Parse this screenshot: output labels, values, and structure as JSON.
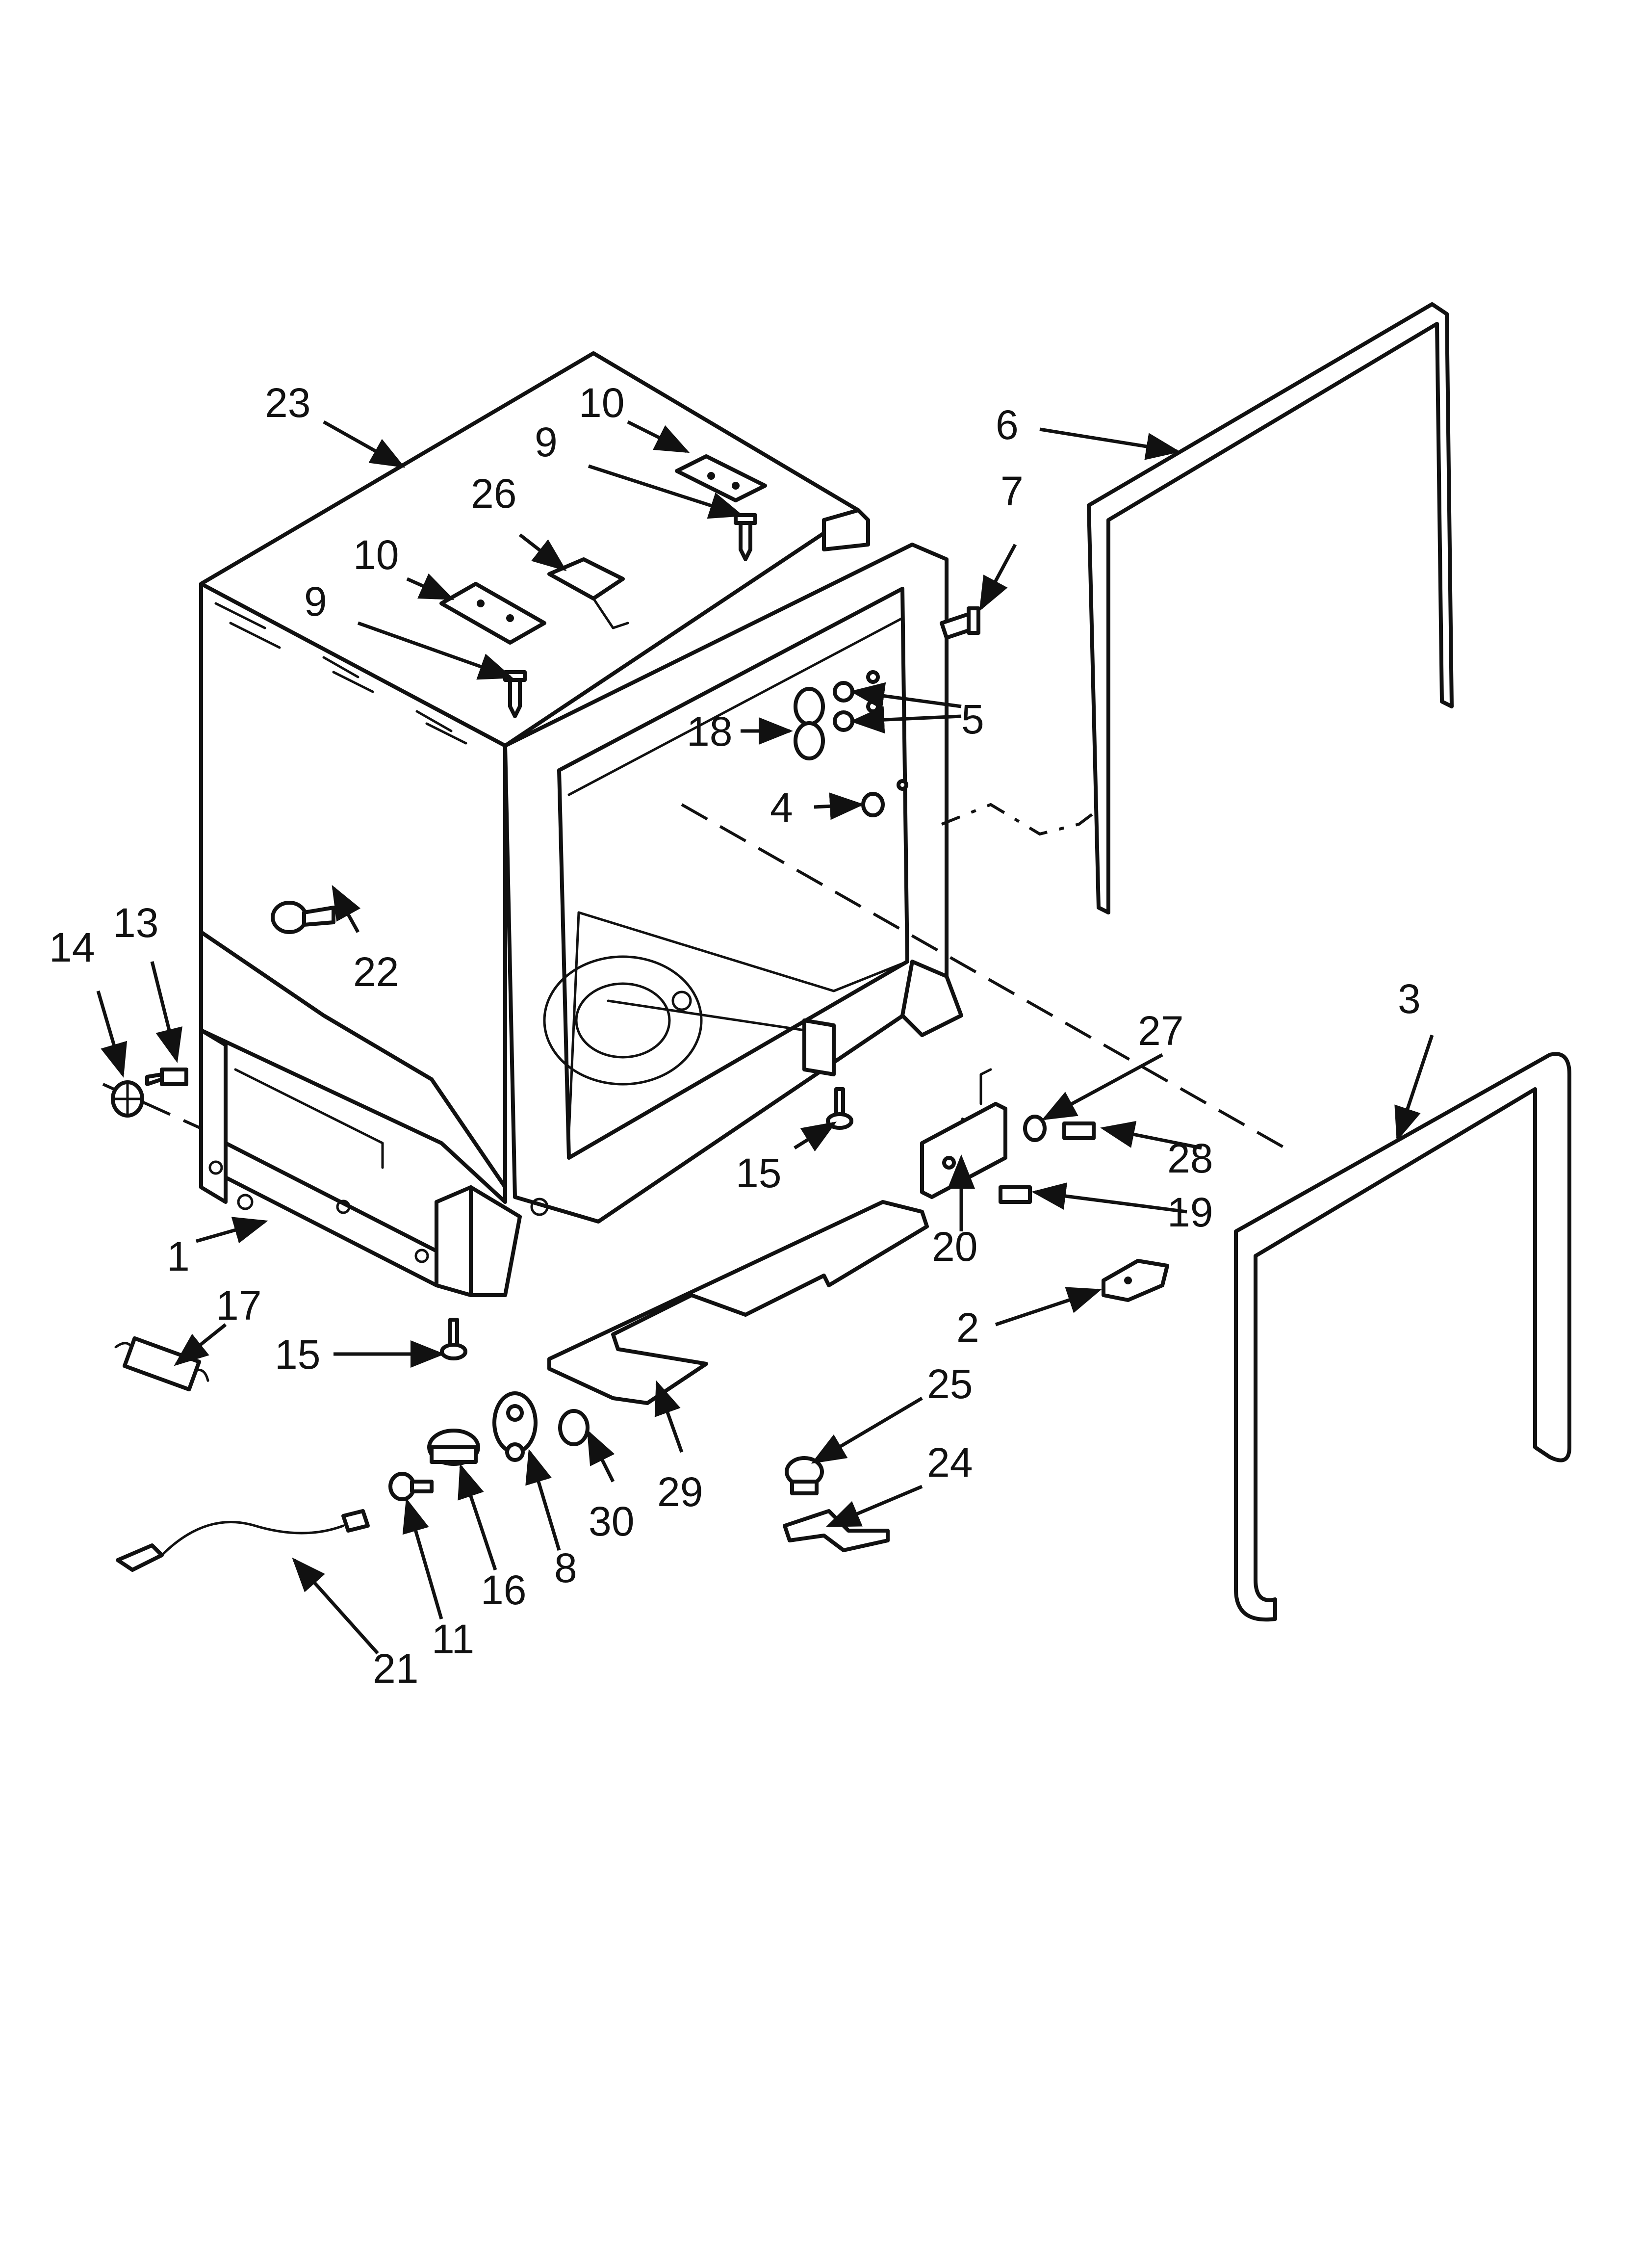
{
  "diagram": {
    "arrow_color": "#111111",
    "callouts": [
      {
        "id": "c23",
        "label": "23"
      },
      {
        "id": "c10a",
        "label": "10"
      },
      {
        "id": "c9a",
        "label": "9"
      },
      {
        "id": "c26",
        "label": "26"
      },
      {
        "id": "c10b",
        "label": "10"
      },
      {
        "id": "c9b",
        "label": "9"
      },
      {
        "id": "c6",
        "label": "6"
      },
      {
        "id": "c7",
        "label": "7"
      },
      {
        "id": "c5",
        "label": "5"
      },
      {
        "id": "c18",
        "label": "18"
      },
      {
        "id": "c4",
        "label": "4"
      },
      {
        "id": "c22",
        "label": "22"
      },
      {
        "id": "c14",
        "label": "14"
      },
      {
        "id": "c13",
        "label": "13"
      },
      {
        "id": "c3",
        "label": "3"
      },
      {
        "id": "c27",
        "label": "27"
      },
      {
        "id": "c28",
        "label": "28"
      },
      {
        "id": "c19",
        "label": "19"
      },
      {
        "id": "c15a",
        "label": "15"
      },
      {
        "id": "c20",
        "label": "20"
      },
      {
        "id": "c1",
        "label": "1"
      },
      {
        "id": "c17",
        "label": "17"
      },
      {
        "id": "c15b",
        "label": "15"
      },
      {
        "id": "c2",
        "label": "2"
      },
      {
        "id": "c25",
        "label": "25"
      },
      {
        "id": "c24",
        "label": "24"
      },
      {
        "id": "c29",
        "label": "29"
      },
      {
        "id": "c30",
        "label": "30"
      },
      {
        "id": "c8",
        "label": "8"
      },
      {
        "id": "c16",
        "label": "16"
      },
      {
        "id": "c11",
        "label": "11"
      },
      {
        "id": "c21",
        "label": "21"
      }
    ]
  }
}
